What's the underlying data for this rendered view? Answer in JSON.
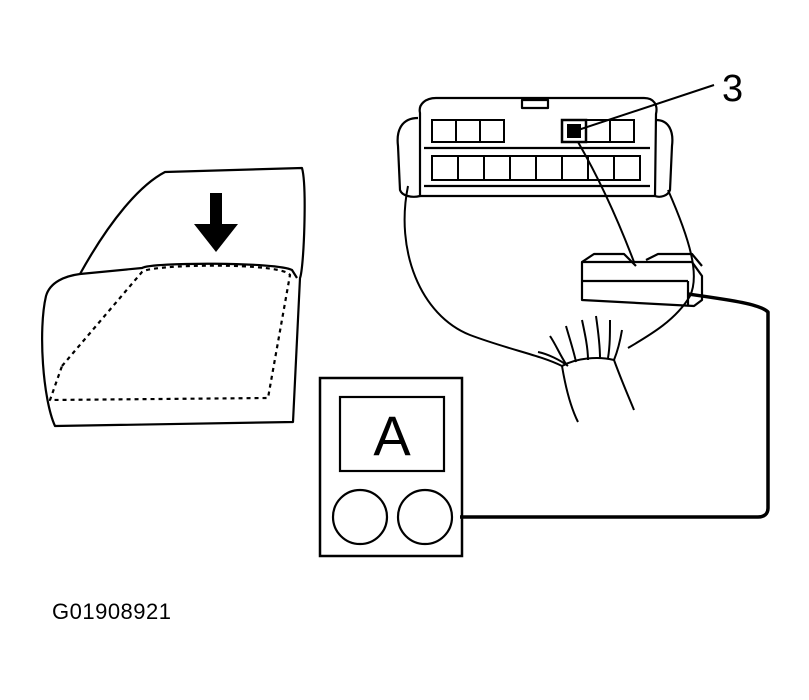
{
  "callout": {
    "label": "3"
  },
  "meter": {
    "display_letter": "A"
  },
  "figure": {
    "id": "G01908921"
  },
  "colors": {
    "ink": "#000000",
    "paper": "#ffffff"
  },
  "icons": {
    "down_arrow": "down-arrow-icon"
  }
}
